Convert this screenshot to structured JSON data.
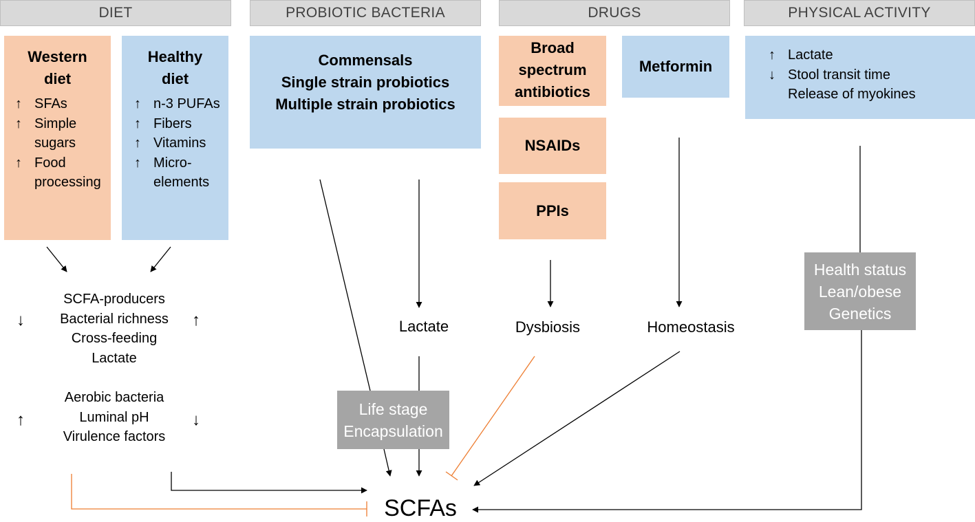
{
  "headers": {
    "diet": "DIET",
    "probiotic": "PROBIOTIC BACTERIA",
    "drugs": "DRUGS",
    "activity": "PHYSICAL ACTIVITY"
  },
  "western": {
    "title": [
      "Western",
      "diet"
    ],
    "items": [
      {
        "arrow": "↑",
        "lines": [
          "SFAs"
        ]
      },
      {
        "arrow": "↑",
        "lines": [
          "Simple",
          "sugars"
        ]
      },
      {
        "arrow": "↑",
        "lines": [
          "Food",
          "processing"
        ]
      }
    ]
  },
  "healthy": {
    "title": [
      "Healthy",
      "diet"
    ],
    "items": [
      {
        "arrow": "↑",
        "lines": [
          "n-3 PUFAs"
        ]
      },
      {
        "arrow": "↑",
        "lines": [
          "Fibers"
        ]
      },
      {
        "arrow": "↑",
        "lines": [
          "Vitamins"
        ]
      },
      {
        "arrow": "↑",
        "lines": [
          "Micro-",
          "elements"
        ]
      }
    ]
  },
  "probiotics": {
    "lines": [
      "Commensals",
      "Single strain probiotics",
      "Multiple strain probiotics"
    ]
  },
  "drugs": {
    "antibiotics": [
      "Broad",
      "spectrum",
      "antibiotics"
    ],
    "nsaids": "NSAIDs",
    "ppis": "PPIs",
    "metformin": "Metformin"
  },
  "activity": {
    "items": [
      {
        "arrow": "↑",
        "text": "Lactate"
      },
      {
        "arrow": "↓",
        "text": "Stool transit time"
      },
      {
        "arrow": "",
        "text": "Release of myokines"
      }
    ]
  },
  "diet_effects": {
    "group1": [
      "SCFA-producers",
      "Bacterial richness",
      "Cross-feeding",
      "Lactate"
    ],
    "group1_left": "↓",
    "group1_right": "↑",
    "group2": [
      "Aerobic bacteria",
      "Luminal pH",
      "Virulence factors"
    ],
    "group2_left": "↑",
    "group2_right": "↓"
  },
  "modifiers": {
    "probiotic": [
      "Life stage",
      "Encapsulation"
    ],
    "activity": [
      "Health status",
      "Lean/obese",
      "Genetics"
    ]
  },
  "outcomes": {
    "lactate": "Lactate",
    "dysbiosis": "Dysbiosis",
    "homeostasis": "Homeostasis"
  },
  "center": "SCFAs",
  "colors": {
    "peach": "#f8cbad",
    "blue": "#bdd7ee",
    "gray": "#a5a5a5",
    "header": "#d9d9d9",
    "inhibition": "#ed7d31",
    "arrow": "#000000"
  }
}
